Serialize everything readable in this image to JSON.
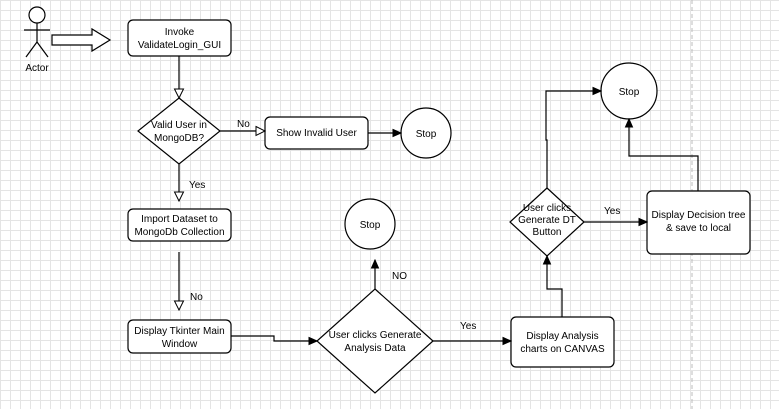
{
  "actor": {
    "label": "Actor"
  },
  "nodes": {
    "invoke": [
      "Invoke",
      "ValidateLogin_GUI"
    ],
    "valid_user": [
      "Valid User in",
      "MongoDB?"
    ],
    "show_invalid": [
      "Show Invalid User"
    ],
    "stop_1": [
      "Stop"
    ],
    "import_dataset": [
      "Import Dataset to",
      "MongoDb Collection"
    ],
    "display_tkinter": [
      "Display Tkinter Main",
      "Window"
    ],
    "generate_analysis": [
      "User clicks Generate",
      "Analysis Data"
    ],
    "stop_2": [
      "Stop"
    ],
    "display_analysis": [
      "Display Analysis",
      "charts on CANVAS"
    ],
    "generate_dt": [
      "User clicks",
      "Generate DT",
      "Button"
    ],
    "display_tree": [
      "Display Decision tree",
      "& save to local"
    ],
    "stop_3": [
      "Stop"
    ]
  },
  "edge_labels": {
    "valid_no": "No",
    "valid_yes": "Yes",
    "import_no": "No",
    "analysis_no": "NO",
    "analysis_yes": "Yes",
    "dt_yes": "Yes"
  }
}
